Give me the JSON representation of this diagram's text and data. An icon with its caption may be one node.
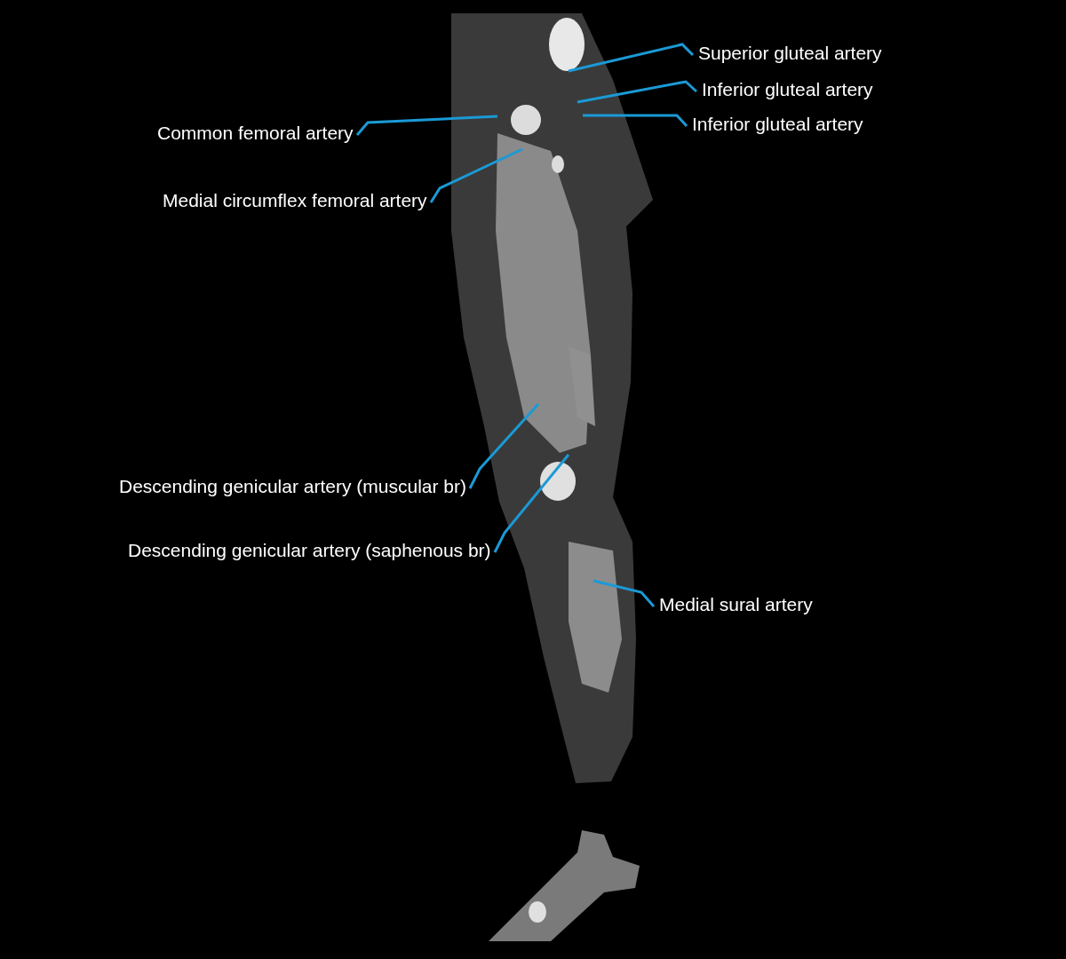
{
  "diagram": {
    "nodes": [
      {
        "text": [
          "Superior gluteal artery"
        ]
      },
      {
        "text": [
          "Inferior gluteal artery"
        ]
      },
      {
        "text": [
          "Inferior gluteal artery"
        ]
      },
      {
        "text": [
          "Common femoral artery"
        ]
      },
      {
        "text": [
          "Medial circumflex femoral artery"
        ]
      },
      {
        "text": [
          "Descending genicular artery (muscular br)"
        ]
      },
      {
        "text": [
          "Descending genicular artery (saphenous br)"
        ]
      },
      {
        "text": [
          "Medial sural artery"
        ]
      }
    ],
    "edges": [
      {
        "from": 0,
        "to": null,
        "arrow": "none"
      },
      {
        "from": 1,
        "to": null,
        "arrow": "none"
      },
      {
        "from": 2,
        "to": null,
        "arrow": "none"
      },
      {
        "from": 3,
        "to": null,
        "arrow": "none"
      },
      {
        "from": 4,
        "to": null,
        "arrow": "none"
      },
      {
        "from": 5,
        "to": null,
        "arrow": "none"
      },
      {
        "from": 6,
        "to": null,
        "arrow": "none"
      },
      {
        "from": 7,
        "to": null,
        "arrow": "none"
      }
    ]
  }
}
